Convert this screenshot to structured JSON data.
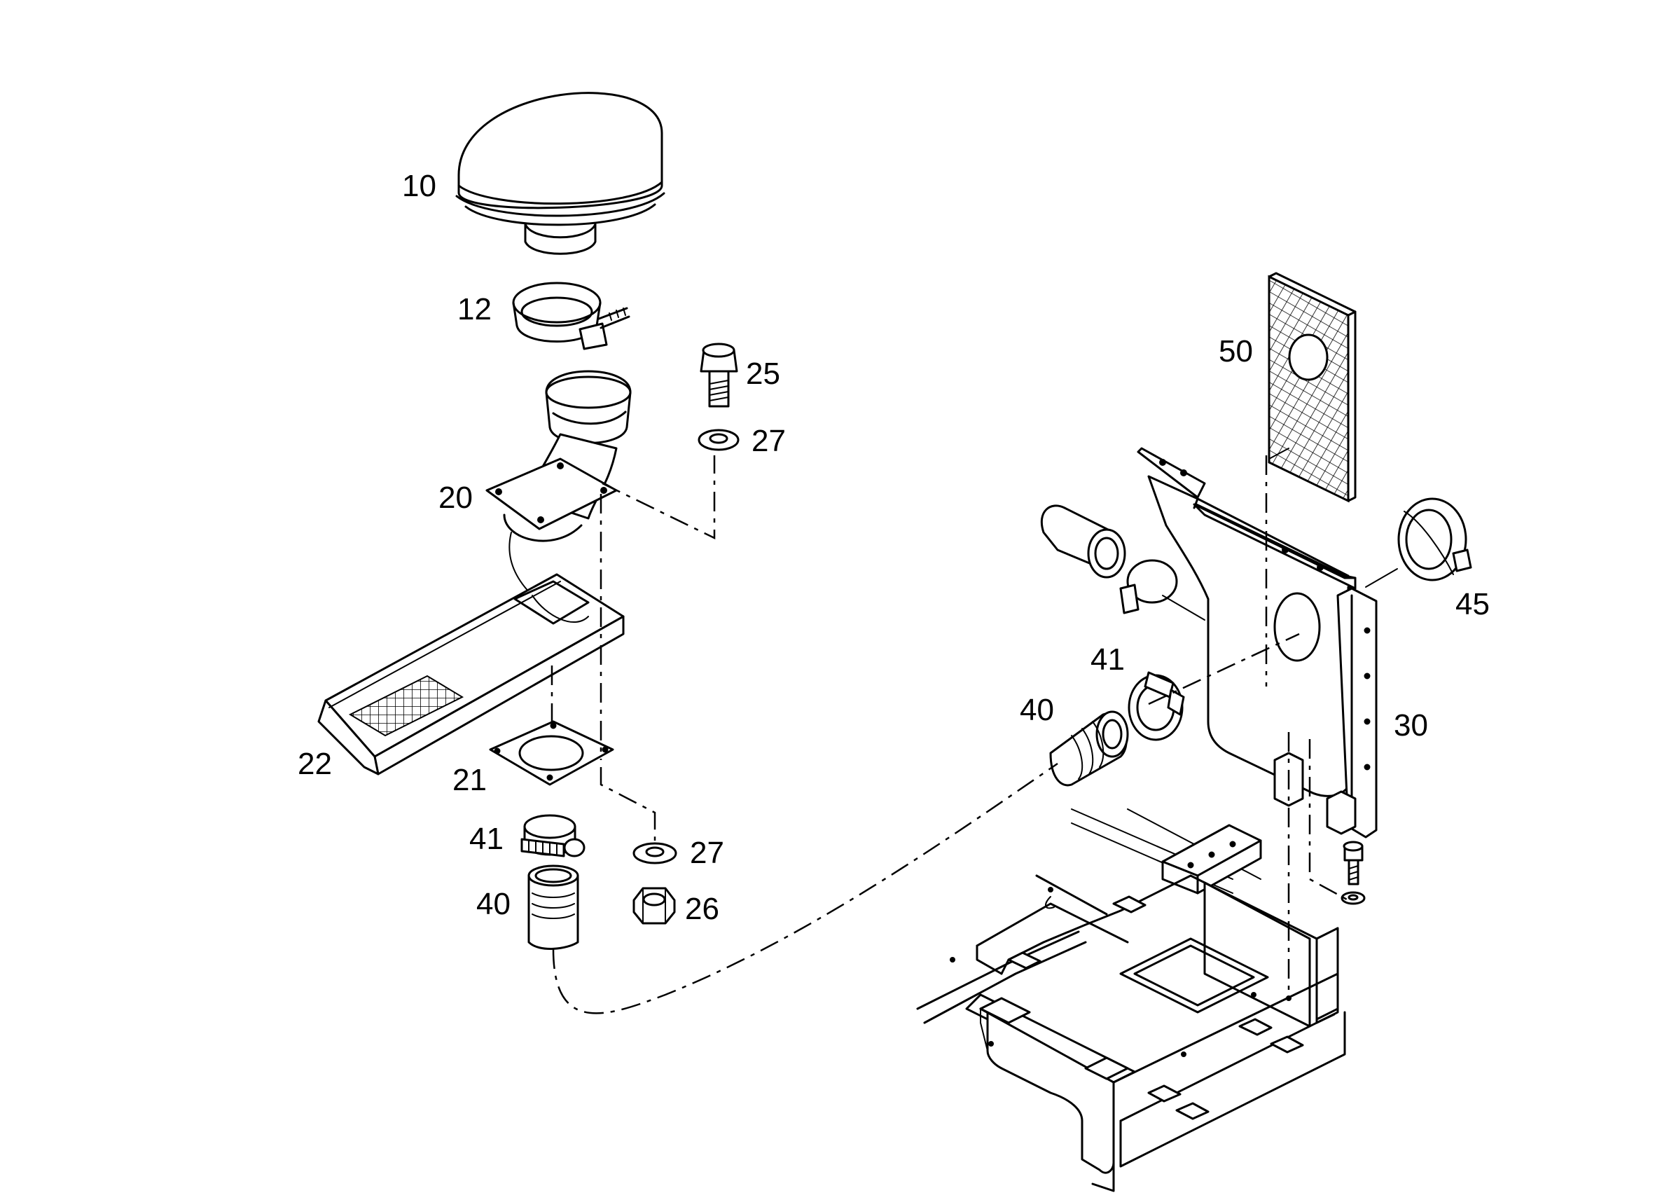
{
  "callouts": {
    "c10": "10",
    "c12": "12",
    "c25": "25",
    "c27a": "27",
    "c20": "20",
    "c22": "22",
    "c21": "21",
    "c41a": "41",
    "c27b": "27",
    "c40a": "40",
    "c26": "26",
    "c50": "50",
    "c45": "45",
    "c41b": "41",
    "c40b": "40",
    "c30": "30"
  }
}
